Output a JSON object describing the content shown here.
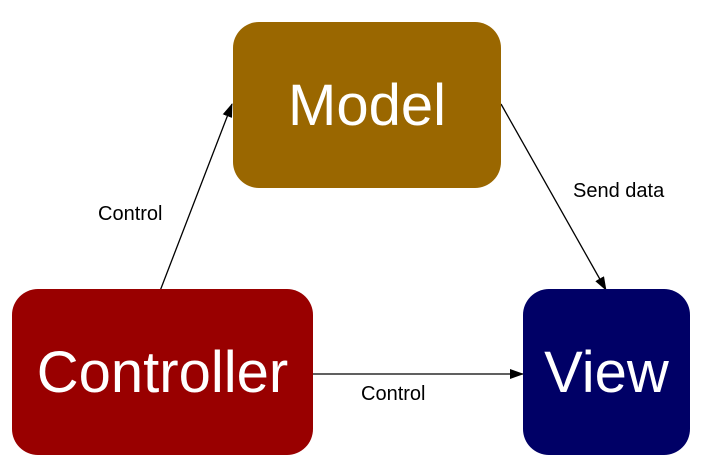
{
  "nodes": {
    "model": {
      "label": "Model",
      "color": "#9a6700"
    },
    "controller": {
      "label": "Controller",
      "color": "#990000"
    },
    "view": {
      "label": "View",
      "color": "#000066"
    }
  },
  "edges": {
    "controller_to_model": {
      "label": "Control"
    },
    "model_to_view": {
      "label": "Send data"
    },
    "controller_to_view": {
      "label": "Control"
    }
  }
}
